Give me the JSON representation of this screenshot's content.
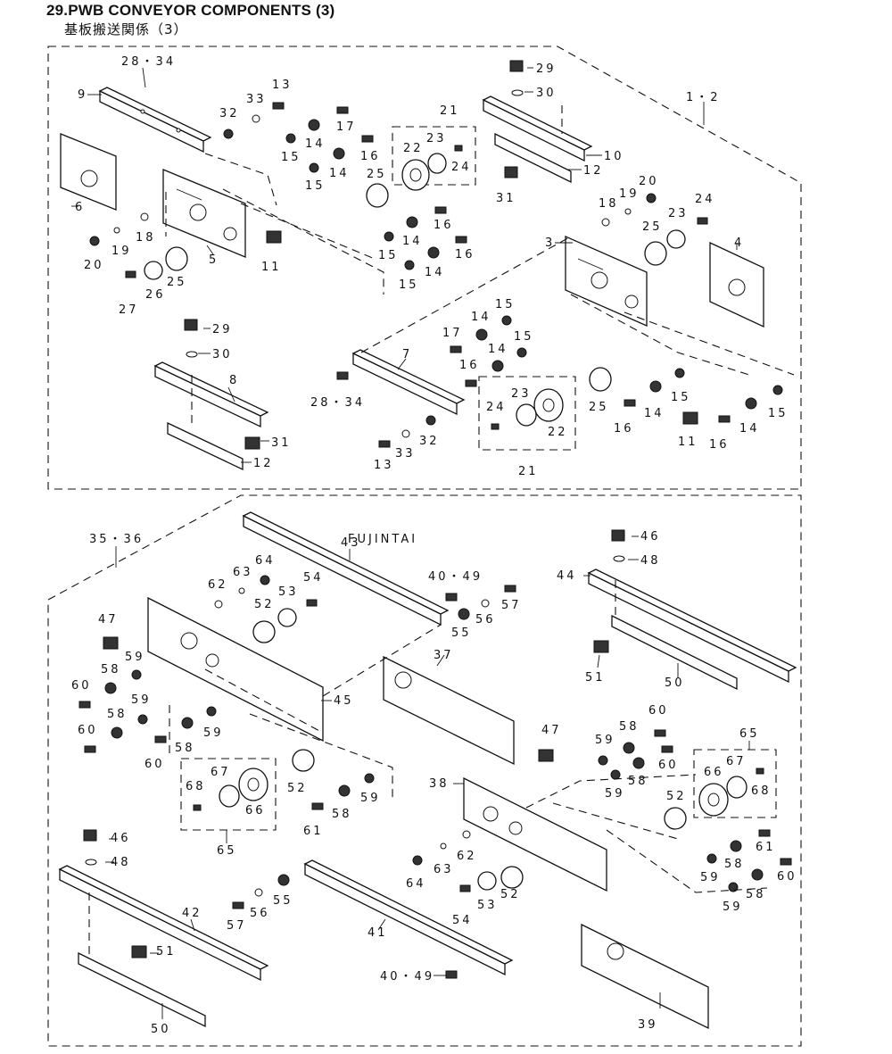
{
  "title": "29.PWB CONVEYOR COMPONENTS (3)",
  "subtitle": "基板搬送関係（3）",
  "watermark": "FUJINTAI",
  "top_group": {
    "labels": [
      "1・2",
      "3",
      "4",
      "5",
      "6",
      "7",
      "8",
      "9",
      "10",
      "11",
      "12",
      "13",
      "14",
      "15",
      "16",
      "17",
      "18",
      "19",
      "20",
      "21",
      "22",
      "23",
      "24",
      "25",
      "26",
      "27",
      "28・34",
      "29",
      "30",
      "31",
      "32",
      "33"
    ]
  },
  "bottom_group": {
    "labels": [
      "35・36",
      "37",
      "38",
      "39",
      "40・49",
      "41",
      "42",
      "43",
      "44",
      "45",
      "46",
      "47",
      "48",
      "50",
      "51",
      "52",
      "53",
      "54",
      "55",
      "56",
      "57",
      "58",
      "59",
      "60",
      "61",
      "62",
      "63",
      "64",
      "65",
      "66",
      "67",
      "68"
    ]
  }
}
